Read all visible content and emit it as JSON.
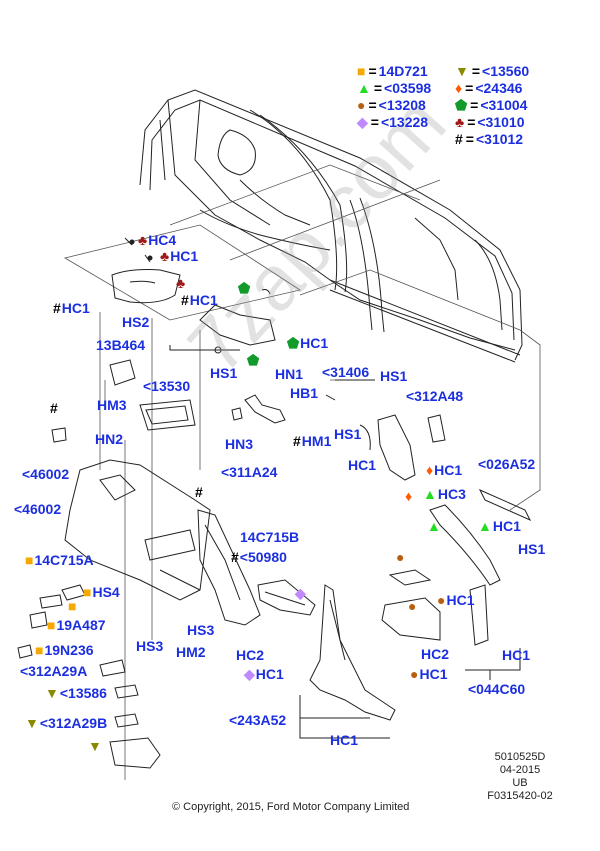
{
  "legend": {
    "left": [
      {
        "symbol": "square",
        "color": "#f5a800",
        "value": "14D721"
      },
      {
        "symbol": "triangle-up",
        "color": "#22dd22",
        "value": "<03598"
      },
      {
        "symbol": "circle",
        "color": "#b8600f",
        "value": "<13208"
      },
      {
        "symbol": "diamond",
        "color": "#c08aff",
        "value": "<13228"
      }
    ],
    "right": [
      {
        "symbol": "triangle-down",
        "color": "#8a8a00",
        "value": "<13560"
      },
      {
        "symbol": "diamond-narrow",
        "color": "#ff5a00",
        "value": "<24346"
      },
      {
        "symbol": "pentagon",
        "color": "#129a2a",
        "value": "<31004"
      },
      {
        "symbol": "club",
        "color": "#a01818",
        "value": "<31010"
      },
      {
        "symbol": "hash",
        "color": "#000000",
        "value": "<31012"
      }
    ],
    "equals": "="
  },
  "symbol_colors": {
    "square": "#f5a800",
    "triangle": "#22dd22",
    "circle": "#b8600f",
    "diamond": "#c08aff",
    "triangle_down": "#8a8a00",
    "orange_diamond": "#ff5a00",
    "pentagon": "#129a2a",
    "club": "#a01818",
    "label_blue": "#1c2fe0"
  },
  "callouts": [
    {
      "id": "hc4-top",
      "prefix": "club",
      "text": "HC4"
    },
    {
      "id": "hc1-top",
      "prefix": "club",
      "text": "HC1"
    },
    {
      "id": "club-standalone",
      "prefix": "club",
      "text": ""
    },
    {
      "id": "hc1-left-hash",
      "prefix": "hash",
      "text": "HC1"
    },
    {
      "id": "hs2",
      "prefix": "",
      "text": "HS2"
    },
    {
      "id": "hc1-mid-hash",
      "prefix": "hash",
      "text": "HC1"
    },
    {
      "id": "pentagon-top",
      "prefix": "pentagon",
      "text": ""
    },
    {
      "id": "hc1-pentagon",
      "prefix": "pentagon",
      "text": "HC1"
    },
    {
      "id": "pentagon-bottom",
      "prefix": "pentagon",
      "text": ""
    },
    {
      "id": "13b464",
      "prefix": "",
      "text": "13B464"
    },
    {
      "id": "hs1-a",
      "prefix": "",
      "text": "HS1"
    },
    {
      "id": "hn1",
      "prefix": "",
      "text": "HN1"
    },
    {
      "id": "hm3",
      "prefix": "",
      "text": "HM3"
    },
    {
      "id": "13530",
      "prefix": "",
      "text": "<13530"
    },
    {
      "id": "hb1",
      "prefix": "",
      "text": "HB1"
    },
    {
      "id": "31406",
      "prefix": "",
      "text": "<31406"
    },
    {
      "id": "hs1-b",
      "prefix": "",
      "text": "HS1"
    },
    {
      "id": "312a48",
      "prefix": "",
      "text": "<312A48"
    },
    {
      "id": "hs1-c",
      "prefix": "",
      "text": "HS1"
    },
    {
      "id": "hash-left",
      "prefix": "hash",
      "text": ""
    },
    {
      "id": "hn2",
      "prefix": "",
      "text": "HN2"
    },
    {
      "id": "hn3",
      "prefix": "",
      "text": "HN3"
    },
    {
      "id": "hm1",
      "prefix": "hash",
      "text": "HM1"
    },
    {
      "id": "311a24",
      "prefix": "",
      "text": "<311A24"
    },
    {
      "id": "hc1-center",
      "prefix": "",
      "text": "HC1"
    },
    {
      "id": "hc1-orange",
      "prefix": "orange_diamond",
      "text": "HC1"
    },
    {
      "id": "026a52",
      "prefix": "",
      "text": "<026A52"
    },
    {
      "id": "46002-a",
      "prefix": "",
      "text": "<46002"
    },
    {
      "id": "46002-b",
      "prefix": "",
      "text": "<46002"
    },
    {
      "id": "orange-diamond-standalone",
      "prefix": "orange_diamond",
      "text": ""
    },
    {
      "id": "hc3-triangle",
      "prefix": "triangle",
      "text": "HC3"
    },
    {
      "id": "hash-center",
      "prefix": "hash",
      "text": ""
    },
    {
      "id": "triangle-standalone",
      "prefix": "triangle",
      "text": ""
    },
    {
      "id": "hc1-triangle",
      "prefix": "triangle",
      "text": "HC1"
    },
    {
      "id": "14c715b",
      "prefix": "",
      "text": "14C715B"
    },
    {
      "id": "hs1-d",
      "prefix": "",
      "text": "HS1"
    },
    {
      "id": "50980",
      "prefix": "hash",
      "text": "<50980"
    },
    {
      "id": "14c715a",
      "prefix": "square",
      "text": "14C715A"
    },
    {
      "id": "hs4",
      "prefix": "square",
      "text": "HS4"
    },
    {
      "id": "square-standalone",
      "prefix": "square",
      "text": ""
    },
    {
      "id": "19a487",
      "prefix": "square",
      "text": "19A487"
    },
    {
      "id": "hs3-a",
      "prefix": "",
      "text": "HS3"
    },
    {
      "id": "hs3-b",
      "prefix": "",
      "text": "HS3"
    },
    {
      "id": "diamond-standalone",
      "prefix": "diamond",
      "text": ""
    },
    {
      "id": "circle-top",
      "prefix": "circle",
      "text": ""
    },
    {
      "id": "circle-mid",
      "prefix": "circle",
      "text": ""
    },
    {
      "id": "hc1-circle-a",
      "prefix": "circle",
      "text": "HC1"
    },
    {
      "id": "19n236",
      "prefix": "square",
      "text": "19N236"
    },
    {
      "id": "hm2",
      "prefix": "",
      "text": "HM2"
    },
    {
      "id": "hc2-a",
      "prefix": "",
      "text": "HC2"
    },
    {
      "id": "hc2-b",
      "prefix": "",
      "text": "HC2"
    },
    {
      "id": "hc1-right",
      "prefix": "",
      "text": "HC1"
    },
    {
      "id": "312a29a",
      "prefix": "",
      "text": "<312A29A"
    },
    {
      "id": "hc1-diamond",
      "prefix": "diamond",
      "text": "HC1"
    },
    {
      "id": "hc1-circle-b",
      "prefix": "circle",
      "text": "HC1"
    },
    {
      "id": "13586",
      "prefix": "triangle_down",
      "text": "<13586"
    },
    {
      "id": "044c60",
      "prefix": "",
      "text": "<044C60"
    },
    {
      "id": "243a52",
      "prefix": "",
      "text": "<243A52"
    },
    {
      "id": "312a29b",
      "prefix": "triangle_down",
      "text": "<312A29B"
    },
    {
      "id": "hc1-bottom",
      "prefix": "",
      "text": "HC1"
    },
    {
      "id": "triangle-down-standalone",
      "prefix": "triangle_down",
      "text": ""
    }
  ],
  "footer": {
    "reference_lines": [
      "5010525D",
      "04-2015",
      "UB",
      "F0315420-02"
    ],
    "copyright": "© Copyright, 2015, Ford Motor Company Limited"
  },
  "watermark": "7zap.com"
}
